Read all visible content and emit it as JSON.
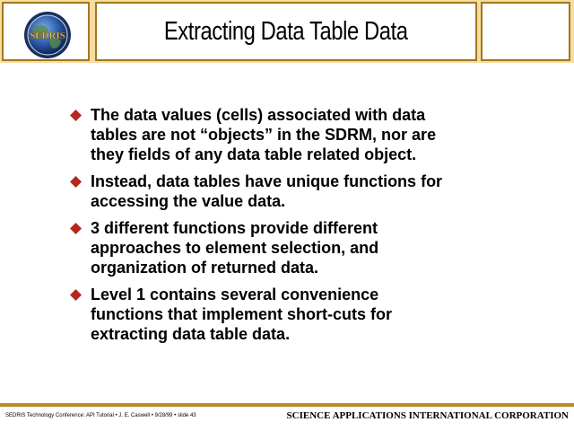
{
  "header": {
    "title": "Extracting Data Table Data",
    "logo_text": "SEDRIS",
    "logo_icon": "globe-logo-icon"
  },
  "bullets": [
    {
      "lines": [
        "The data values (cells) associated with data",
        "tables are not “objects” in the SDRM, nor are",
        "they fields of any data table related object."
      ]
    },
    {
      "lines": [
        "Instead, data tables have unique functions for",
        "accessing the value data."
      ]
    },
    {
      "lines": [
        "3 different functions provide different",
        "approaches to element selection, and",
        "organization of returned data."
      ]
    },
    {
      "lines": [
        "Level 1 contains several convenience",
        "functions that implement short-cuts for",
        "extracting data table data."
      ]
    }
  ],
  "bullet_icon": "diamond-bullet-icon",
  "footer": {
    "left_text": "SEDRIS Technology Conference: API Tutorial • J. E. Caswell • 9/28/99 • slide 43",
    "right_text": "SCIENCE APPLICATIONS INTERNATIONAL CORPORATION"
  },
  "colors": {
    "header_band": "#f7dca0",
    "frame_border": "#a0781e",
    "bullet": "#b4281e",
    "footer_line": "#b98c2a"
  }
}
